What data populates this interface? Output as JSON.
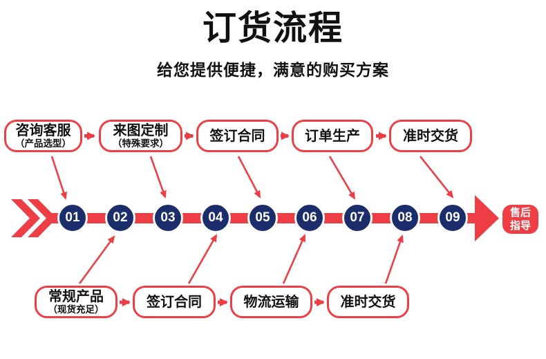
{
  "header": {
    "title": "订货流程",
    "subtitle": "给您提供便捷，满意的购买方案"
  },
  "top_row": [
    {
      "label": "咨询客服",
      "sub": "（产品选型）"
    },
    {
      "label": "来图定制",
      "sub": "（特殊要求）"
    },
    {
      "label": "签订合同"
    },
    {
      "label": "订单生产"
    },
    {
      "label": "准时交货"
    }
  ],
  "bottom_row": [
    {
      "label": "常规产品",
      "sub": "（现货充足）"
    },
    {
      "label": "签订合同"
    },
    {
      "label": "物流运输"
    },
    {
      "label": "准时交货"
    }
  ],
  "timeline": {
    "steps": [
      "01",
      "02",
      "03",
      "04",
      "05",
      "06",
      "07",
      "08",
      "09"
    ]
  },
  "endpoint": {
    "line1": "售后",
    "line2": "指导"
  },
  "icons": {
    "start": "double-chevron-right-icon",
    "end": "big-arrow-right-icon",
    "connector": "arrow-right-icon"
  },
  "colors": {
    "red": "#ee3e45",
    "navy": "#1c2d6b"
  }
}
